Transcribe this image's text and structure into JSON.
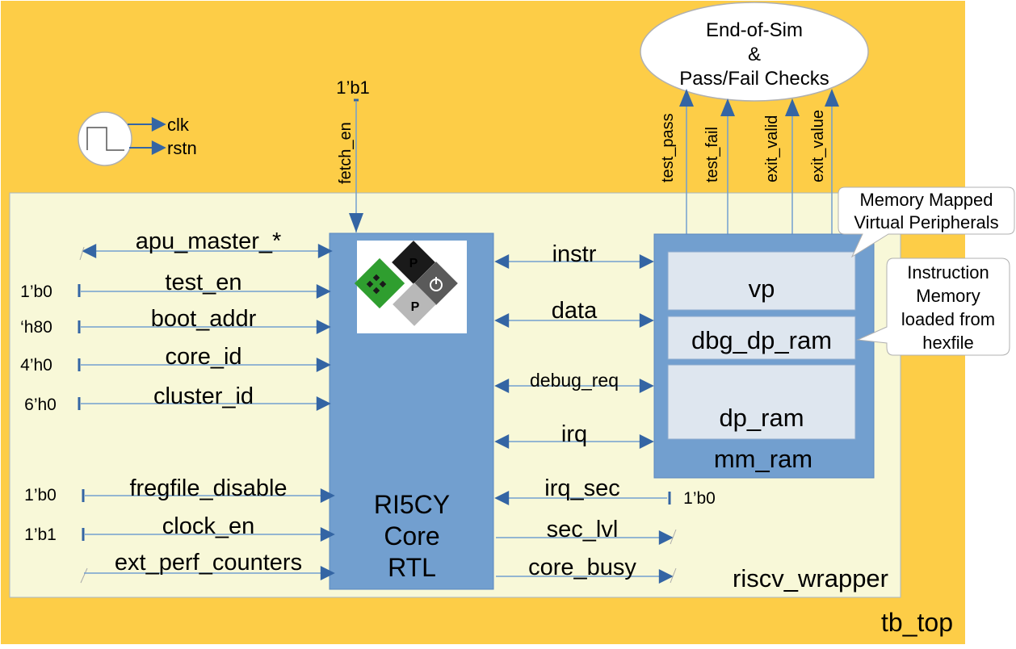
{
  "blocks": {
    "tb_top": "tb_top",
    "riscv_wrapper": "riscv_wrapper",
    "core": [
      "RI5CY",
      "Core",
      "RTL"
    ],
    "mm_ram": "mm_ram",
    "vp": "vp",
    "dbg_dp_ram": "dbg_dp_ram",
    "dp_ram": "dp_ram"
  },
  "eos": [
    "End-of-Sim",
    "&",
    "Pass/Fail Checks"
  ],
  "clock_gen": {
    "clk": "clk",
    "rstn": "rstn"
  },
  "fetch": {
    "value": "1’b1",
    "label": "fetch_en"
  },
  "check_signals": [
    "test_pass",
    "test_fail",
    "exit_valid",
    "exit_value"
  ],
  "callouts": {
    "mmvp": [
      "Memory Mapped",
      "Virtual Peripherals"
    ],
    "imem": [
      "Instruction",
      "Memory",
      "loaded from",
      "hexfile"
    ]
  },
  "left_inputs": [
    {
      "name": "apu_master_*",
      "value": ""
    },
    {
      "name": "test_en",
      "value": "1’b0"
    },
    {
      "name": "boot_addr",
      "value": "‘h80"
    },
    {
      "name": "core_id",
      "value": "4’h0"
    },
    {
      "name": "cluster_id",
      "value": "6’h0"
    },
    {
      "name": "fregfile_disable",
      "value": "1’b0"
    },
    {
      "name": "clock_en",
      "value": "1’b1"
    },
    {
      "name": "ext_perf_counters",
      "value": ""
    }
  ],
  "bus_signals": [
    "instr",
    "data",
    "debug_req",
    "irq"
  ],
  "right_signals": {
    "irq_sec": {
      "name": "irq_sec",
      "value": "1’b0"
    },
    "sec_lvl": "sec_lvl",
    "core_busy": "core_busy"
  },
  "colors": {
    "tb_top_fill": "#fdcd47",
    "wrapper_fill": "#f8f8d8",
    "block_fill": "#729fcf",
    "memory_cell_fill": "#dee6ef",
    "arrow": "#3465a4",
    "wire": "#729fcf",
    "logo_green": "#2f9e2f",
    "logo_black": "#1a1a1a",
    "logo_grey": "#5a5a5a",
    "logo_light": "#b8b8b8"
  }
}
